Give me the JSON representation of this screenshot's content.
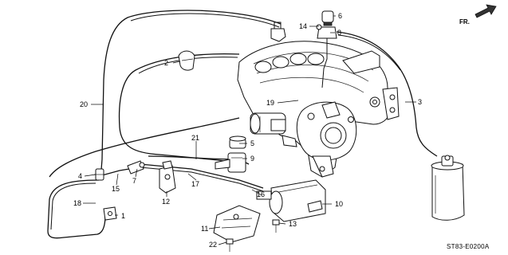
{
  "direction_label": "FR.",
  "reference_code": "ST83-E0200A",
  "callouts": [
    {
      "id": "c1",
      "text": "1"
    },
    {
      "id": "c2",
      "text": "2"
    },
    {
      "id": "c3",
      "text": "3"
    },
    {
      "id": "c4",
      "text": "4"
    },
    {
      "id": "c5",
      "text": "5"
    },
    {
      "id": "c6",
      "text": "6"
    },
    {
      "id": "c7",
      "text": "7"
    },
    {
      "id": "c8",
      "text": "8"
    },
    {
      "id": "c9",
      "text": "9"
    },
    {
      "id": "c10",
      "text": "10"
    },
    {
      "id": "c11",
      "text": "11"
    },
    {
      "id": "c12",
      "text": "12"
    },
    {
      "id": "c13",
      "text": "13"
    },
    {
      "id": "c14",
      "text": "14"
    },
    {
      "id": "c15",
      "text": "15"
    },
    {
      "id": "c16",
      "text": "16"
    },
    {
      "id": "c17",
      "text": "17"
    },
    {
      "id": "c18",
      "text": "18"
    },
    {
      "id": "c19",
      "text": "19"
    },
    {
      "id": "c20",
      "text": "20"
    },
    {
      "id": "c21",
      "text": "21"
    },
    {
      "id": "c22",
      "text": "22"
    }
  ]
}
